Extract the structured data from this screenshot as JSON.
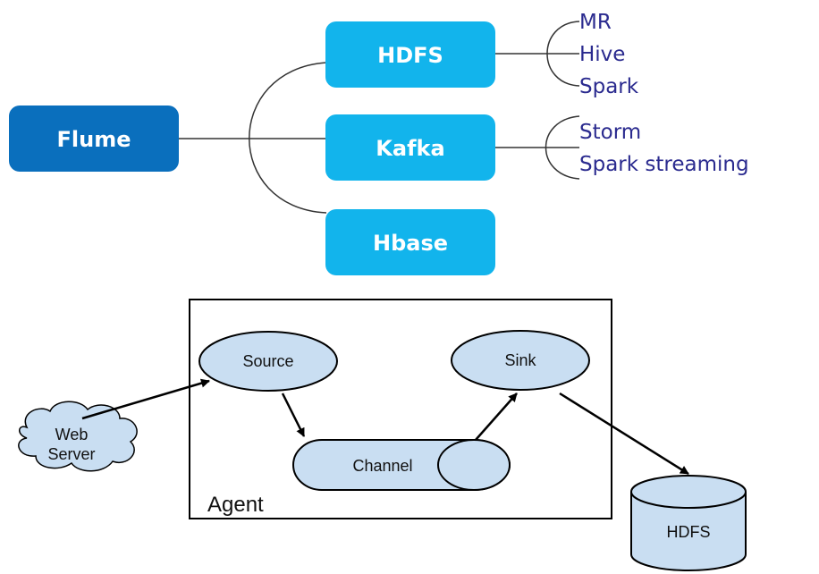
{
  "top_diagram": {
    "source": "Flume",
    "targets": [
      "HDFS",
      "Kafka",
      "Hbase"
    ],
    "hdfs_consumers": [
      "MR",
      "Hive",
      "Spark"
    ],
    "kafka_consumers": [
      "Storm",
      "Spark streaming"
    ]
  },
  "bottom_diagram": {
    "agent_label": "Agent",
    "source_label": "Source",
    "channel_label": "Channel",
    "sink_label": "Sink",
    "web_server_line1": "Web",
    "web_server_line2": "Server",
    "hdfs_store_label": "HDFS"
  },
  "colors": {
    "flume_box": "#0a6fbd",
    "target_box": "#12b4ec",
    "ellipse_fill": "#c9def2",
    "consumer_text": "#2b2b8f"
  }
}
